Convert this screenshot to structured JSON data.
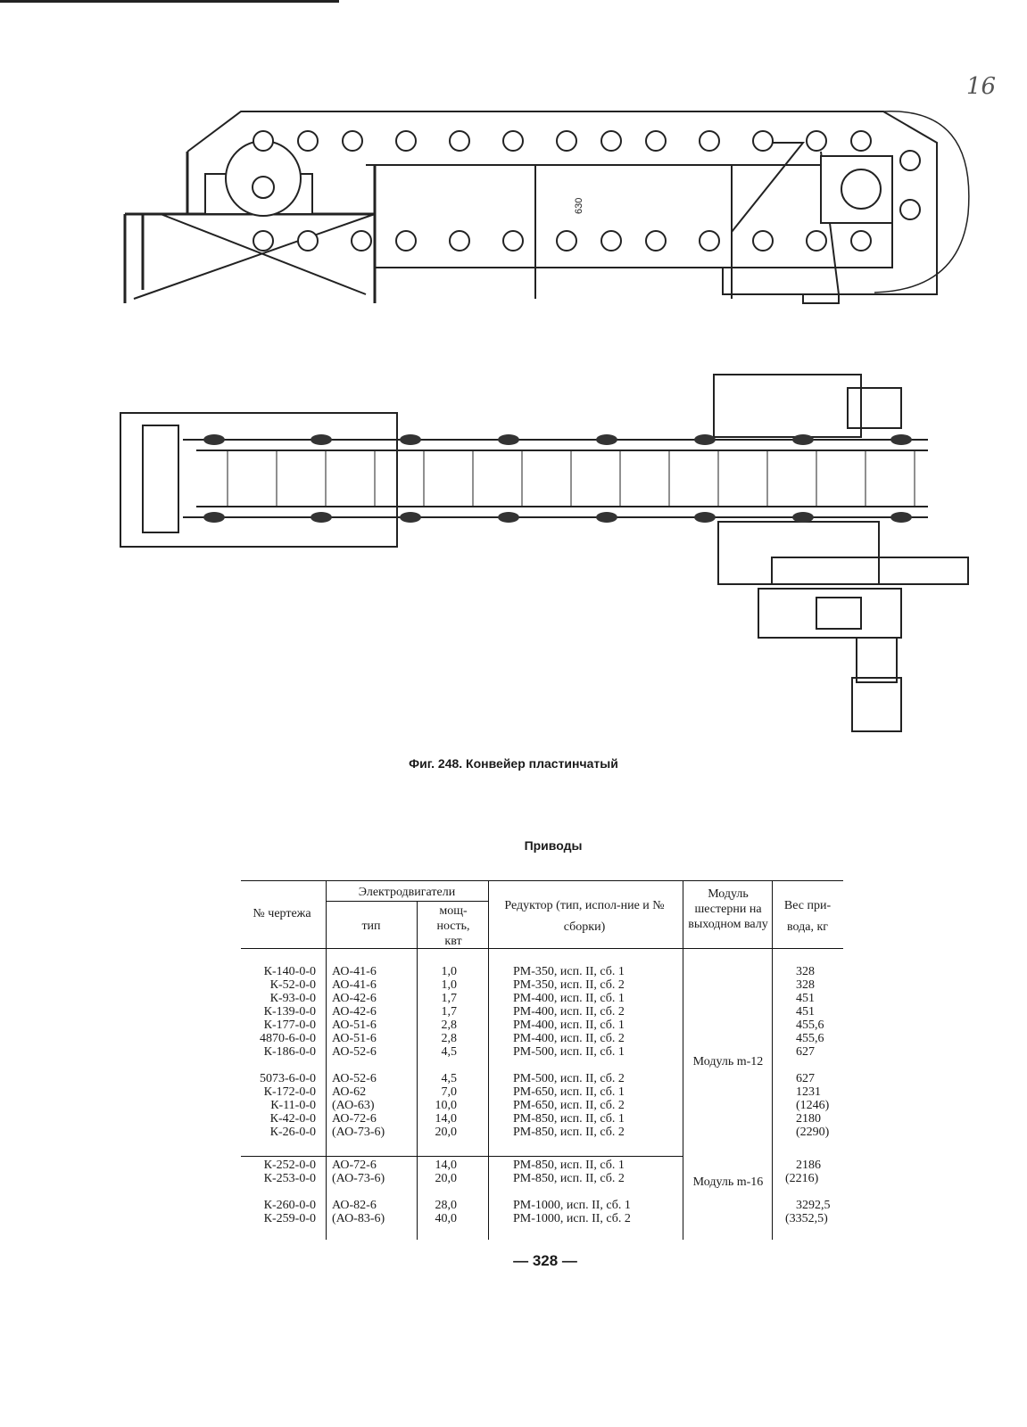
{
  "figure_caption": "Фиг. 248. Конвейер пластинчатый",
  "side_view_dimension": "630",
  "page_mark": "16",
  "table": {
    "title": "Приводы",
    "headers": {
      "drawing_no": "№ чертежа",
      "motors_group": "Электродвигатели",
      "motor_type": "тип",
      "motor_power": "мощ-ность, квт",
      "reducer": "Редуктор (тип, испол-ние и № сборки)",
      "module": "Модуль шестерни на выходном валу",
      "weight": "Вес при-вода, кг"
    },
    "group1": {
      "module_label": "Модуль m-12",
      "rows": [
        {
          "drawing": "К-140-0-0",
          "type": "АО-41-6",
          "power": "1,0",
          "reducer": "РМ-350, исп. II, сб. 1",
          "weight": "328"
        },
        {
          "drawing": "К-52-0-0",
          "type": "АО-41-6",
          "power": "1,0",
          "reducer": "РМ-350, исп. II, сб. 2",
          "weight": "328"
        },
        {
          "drawing": "К-93-0-0",
          "type": "АО-42-6",
          "power": "1,7",
          "reducer": "РМ-400, исп. II, сб. 1",
          "weight": "451"
        },
        {
          "drawing": "К-139-0-0",
          "type": "АО-42-6",
          "power": "1,7",
          "reducer": "РМ-400, исп. II, сб. 2",
          "weight": "451"
        },
        {
          "drawing": "К-177-0-0",
          "type": "АО-51-6",
          "power": "2,8",
          "reducer": "РМ-400, исп. II, сб. 1",
          "weight": "455,6"
        },
        {
          "drawing": "4870-6-0-0",
          "type": "АО-51-6",
          "power": "2,8",
          "reducer": "РМ-400, исп. II, сб. 2",
          "weight": "455,6"
        },
        {
          "drawing": "К-186-0-0",
          "type": "АО-52-6",
          "power": "4,5",
          "reducer": "РМ-500, исп. II, сб. 1",
          "weight": "627"
        },
        {
          "drawing": "5073-6-0-0",
          "type": "АО-52-6",
          "power": "4,5",
          "reducer": "РМ-500, исп. II, сб. 2",
          "weight": "627"
        },
        {
          "drawing": "К-172-0-0",
          "type": "АО-62",
          "power": "7,0",
          "reducer": "РМ-650, исп. II, сб. 1",
          "weight": "1231"
        },
        {
          "drawing": "К-11-0-0",
          "type": "(АО-63)",
          "power": "10,0",
          "reducer": "РМ-650, исп. II, сб. 2",
          "weight": "(1246)"
        },
        {
          "drawing": "К-42-0-0",
          "type": "АО-72-6",
          "power": "14,0",
          "reducer": "РМ-850, исп. II, сб. 1",
          "weight": "2180"
        },
        {
          "drawing": "К-26-0-0",
          "type": "(АО-73-6)",
          "power": "20,0",
          "reducer": "РМ-850, исп. II, сб. 2",
          "weight": "(2290)"
        }
      ]
    },
    "group2": {
      "module_label": "Модуль m-16",
      "rows": [
        {
          "drawing": "К-252-0-0",
          "type": "АО-72-6",
          "power": "14,0",
          "reducer": "РМ-850, исп. II, сб. 1",
          "weight": "2186"
        },
        {
          "drawing": "К-253-0-0",
          "type": "(АО-73-6)",
          "power": "20,0",
          "reducer": "РМ-850, исп. II, сб. 2",
          "weight": "(2216)"
        },
        {
          "drawing": "К-260-0-0",
          "type": "АО-82-6",
          "power": "28,0",
          "reducer": "РМ-1000, исп. II, сб. 1",
          "weight": "3292,5"
        },
        {
          "drawing": "К-259-0-0",
          "type": "(АО-83-6)",
          "power": "40,0",
          "reducer": "РМ-1000, исп. II, сб. 2",
          "weight": "(3352,5)"
        }
      ]
    }
  },
  "page_number": "— 328 —"
}
